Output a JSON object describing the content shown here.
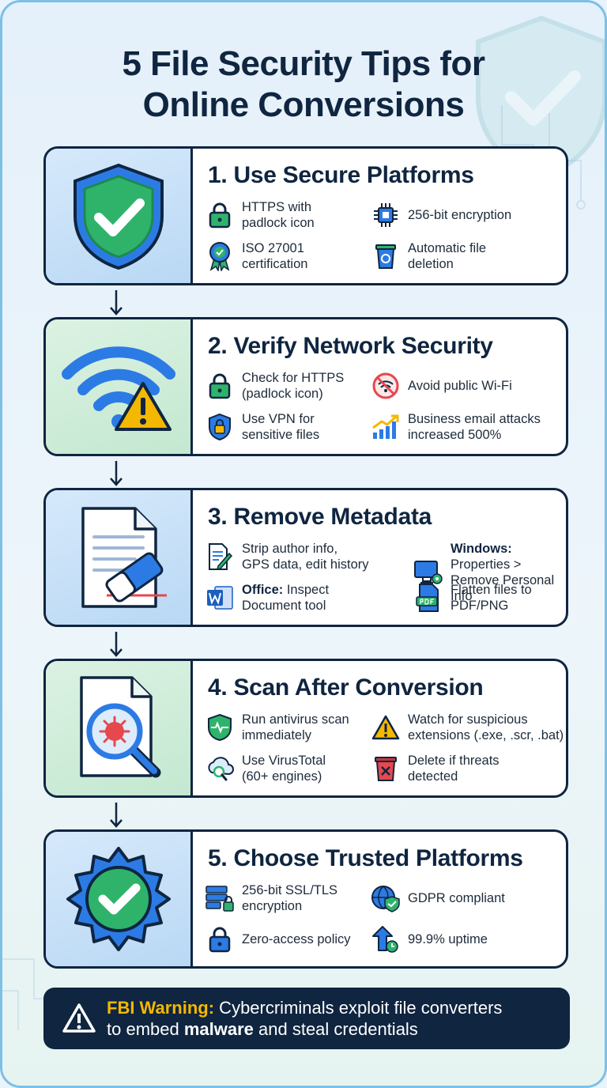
{
  "title_line1": "5 File Security Tips for",
  "title_line2": "Online Conversions",
  "sections": [
    {
      "heading": "1. Use Secure Platforms",
      "items": [
        {
          "icon": "padlock-icon",
          "text": "HTTPS with\npadlock icon"
        },
        {
          "icon": "chip-icon",
          "text": "256-bit encryption"
        },
        {
          "icon": "certificate-badge-icon",
          "text": "ISO 27001\ncertification"
        },
        {
          "icon": "trash-recycle-icon",
          "text": "Automatic file\ndeletion"
        }
      ]
    },
    {
      "heading": "2. Verify Network Security",
      "items": [
        {
          "icon": "padlock-icon",
          "text": "Check for HTTPS\n(padlock icon)"
        },
        {
          "icon": "no-wifi-icon",
          "text": "Avoid public Wi-Fi"
        },
        {
          "icon": "vpn-shield-icon",
          "text": "Use VPN for\nsensitive files"
        },
        {
          "icon": "rising-chart-icon",
          "text": "Business email attacks\nincreased 500%"
        }
      ]
    },
    {
      "heading": "3. Remove Metadata",
      "items": [
        {
          "icon": "edit-document-icon",
          "text": "Strip author info,\nGPS data, edit history"
        },
        {
          "icon": "monitor-settings-icon",
          "bold": "Windows:",
          "text": " Properties >\nRemove Personal Info"
        },
        {
          "icon": "word-icon",
          "bold": "Office:",
          "text": " Inspect\nDocument tool"
        },
        {
          "icon": "pdf-file-icon",
          "text": "Flatten files to\nPDF/PNG"
        }
      ]
    },
    {
      "heading": "4. Scan After Conversion",
      "items": [
        {
          "icon": "antivirus-shield-icon",
          "text": "Run antivirus scan\nimmediately"
        },
        {
          "icon": "warning-icon",
          "text": "Watch for suspicious\nextensions (.exe, .scr, .bat)"
        },
        {
          "icon": "cloud-search-icon",
          "text": "Use VirusTotal\n(60+ engines)"
        },
        {
          "icon": "delete-bin-icon",
          "text": "Delete if threats\ndetected"
        }
      ]
    },
    {
      "heading": "5. Choose Trusted Platforms",
      "items": [
        {
          "icon": "server-lock-icon",
          "text": "256-bit SSL/TLS\nencryption"
        },
        {
          "icon": "globe-shield-icon",
          "text": "GDPR compliant"
        },
        {
          "icon": "padlock-icon",
          "text": "Zero-access policy"
        },
        {
          "icon": "uptime-arrow-icon",
          "text": "99.9% uptime"
        }
      ]
    }
  ],
  "warning": {
    "label": "FBI Warning:",
    "text1": " Cybercriminals exploit file converters",
    "text2": "to embed ",
    "bold": "malware",
    "text3": " and steal credentials"
  },
  "colors": {
    "navy": "#0f2540",
    "blue": "#2c7be5",
    "green": "#2fb36b",
    "amber": "#f5b800",
    "red": "#e5484d"
  }
}
